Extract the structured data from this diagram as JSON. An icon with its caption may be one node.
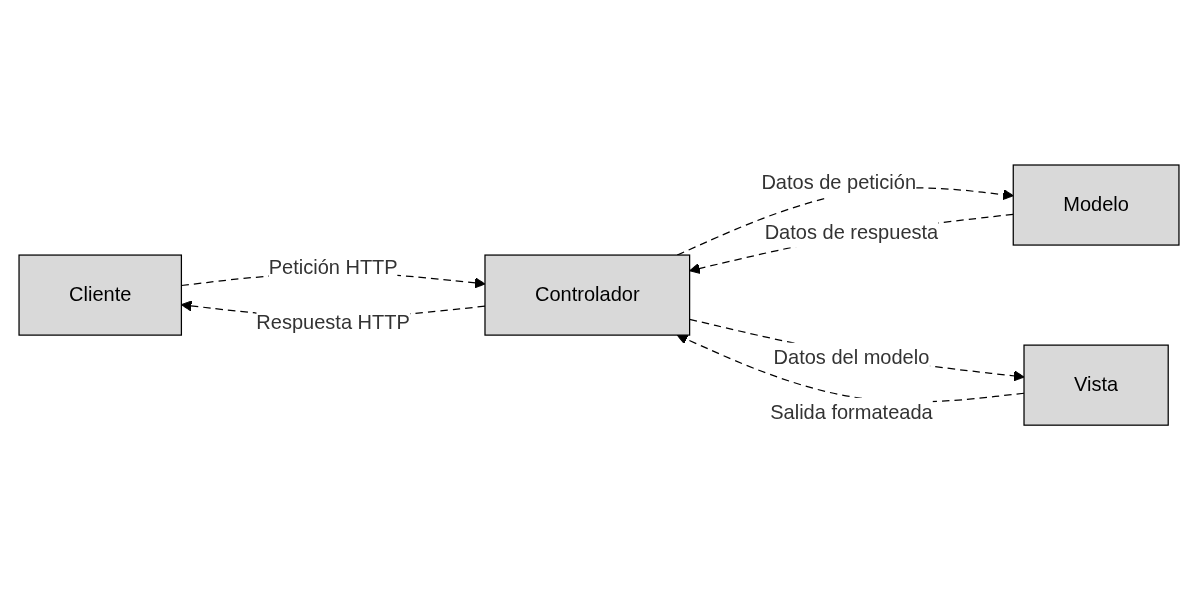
{
  "diagram": {
    "nodes": [
      {
        "text": [
          "Cliente"
        ]
      },
      {
        "text": [
          "Controlador"
        ]
      },
      {
        "text": [
          "Modelo"
        ]
      },
      {
        "text": [
          "Vista"
        ]
      }
    ],
    "edges": [
      {
        "from": 0,
        "to": 1,
        "arrow": "to",
        "label": "Petición HTTP",
        "style": "dashed"
      },
      {
        "from": 1,
        "to": 0,
        "arrow": "to",
        "label": "Respuesta HTTP",
        "style": "dashed"
      },
      {
        "from": 1,
        "to": 2,
        "arrow": "to",
        "label": "Datos de petición",
        "style": "dashed"
      },
      {
        "from": 2,
        "to": 1,
        "arrow": "to",
        "label": "Datos de respuesta",
        "style": "dashed"
      },
      {
        "from": 3,
        "to": 1,
        "arrow": "to",
        "label": "Salida formateada",
        "style": "dashed"
      },
      {
        "from": 1,
        "to": 3,
        "arrow": "to",
        "label": "Datos del modelo",
        "style": "dashed"
      }
    ]
  }
}
